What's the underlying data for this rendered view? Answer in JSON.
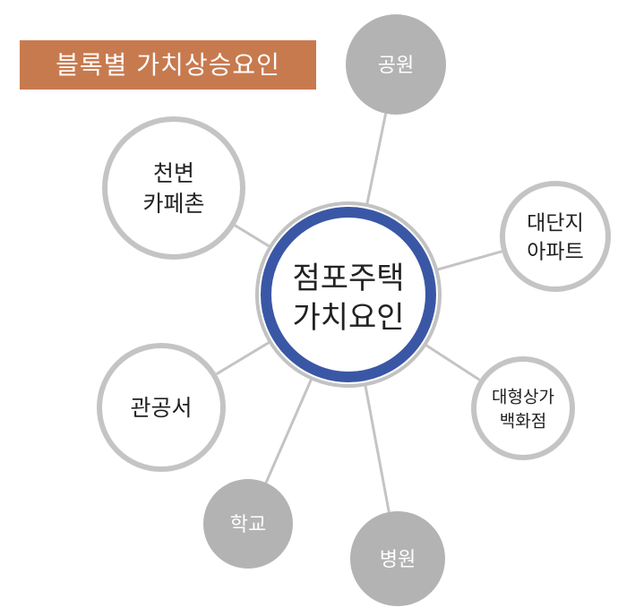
{
  "title": "블록별 가치상승요인",
  "center": {
    "lines": [
      "점포주택",
      "가치요인"
    ],
    "ring_color": "#3a57a5",
    "outer_ring_color": "#c2c2c2"
  },
  "nodes": [
    {
      "id": "park",
      "lines": [
        "공원"
      ],
      "style": "filled"
    },
    {
      "id": "apartment",
      "lines": [
        "대단지",
        "아파트"
      ],
      "style": "outline"
    },
    {
      "id": "department-store",
      "lines": [
        "대형상가",
        "백화점"
      ],
      "style": "outline"
    },
    {
      "id": "hospital",
      "lines": [
        "병원"
      ],
      "style": "filled"
    },
    {
      "id": "school",
      "lines": [
        "학교"
      ],
      "style": "filled"
    },
    {
      "id": "government-office",
      "lines": [
        "관공서"
      ],
      "style": "outline"
    },
    {
      "id": "cafe-village",
      "lines": [
        "천변",
        "카페촌"
      ],
      "style": "outline"
    }
  ],
  "colors": {
    "banner": "#c87a4f",
    "filled_node": "#b3b3b3",
    "outline_node": "#c4c4c4",
    "connector": "#c4c4c4",
    "node_text": "#222222",
    "filled_text": "#ffffff"
  }
}
